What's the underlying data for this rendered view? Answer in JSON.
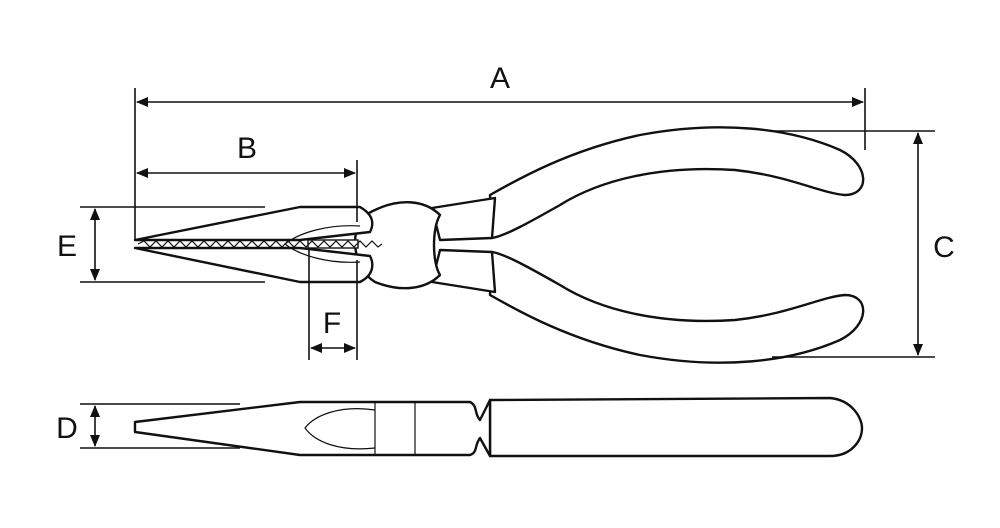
{
  "diagram": {
    "labels": {
      "A": "A",
      "B": "B",
      "C": "C",
      "D": "D",
      "E": "E",
      "F": "F"
    }
  }
}
